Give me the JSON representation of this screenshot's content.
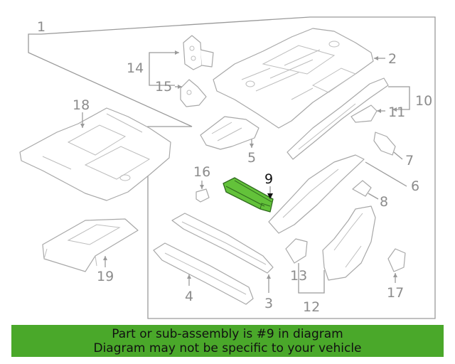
{
  "diagram": {
    "callouts": {
      "c1": "1",
      "c2": "2",
      "c3": "3",
      "c4": "4",
      "c5": "5",
      "c6": "6",
      "c7": "7",
      "c8": "8",
      "c9": "9",
      "c10": "10",
      "c11": "11",
      "c12": "12",
      "c13": "13",
      "c14": "14",
      "c15": "15",
      "c16": "16",
      "c17": "17",
      "c18": "18",
      "c19": "19"
    },
    "highlighted_part": "9",
    "highlight_color": "#63c23a"
  },
  "banner": {
    "line1": "Part or sub-assembly is #9 in diagram",
    "line2": "Diagram may not be specific to your vehicle",
    "background": "#4aa82a"
  }
}
